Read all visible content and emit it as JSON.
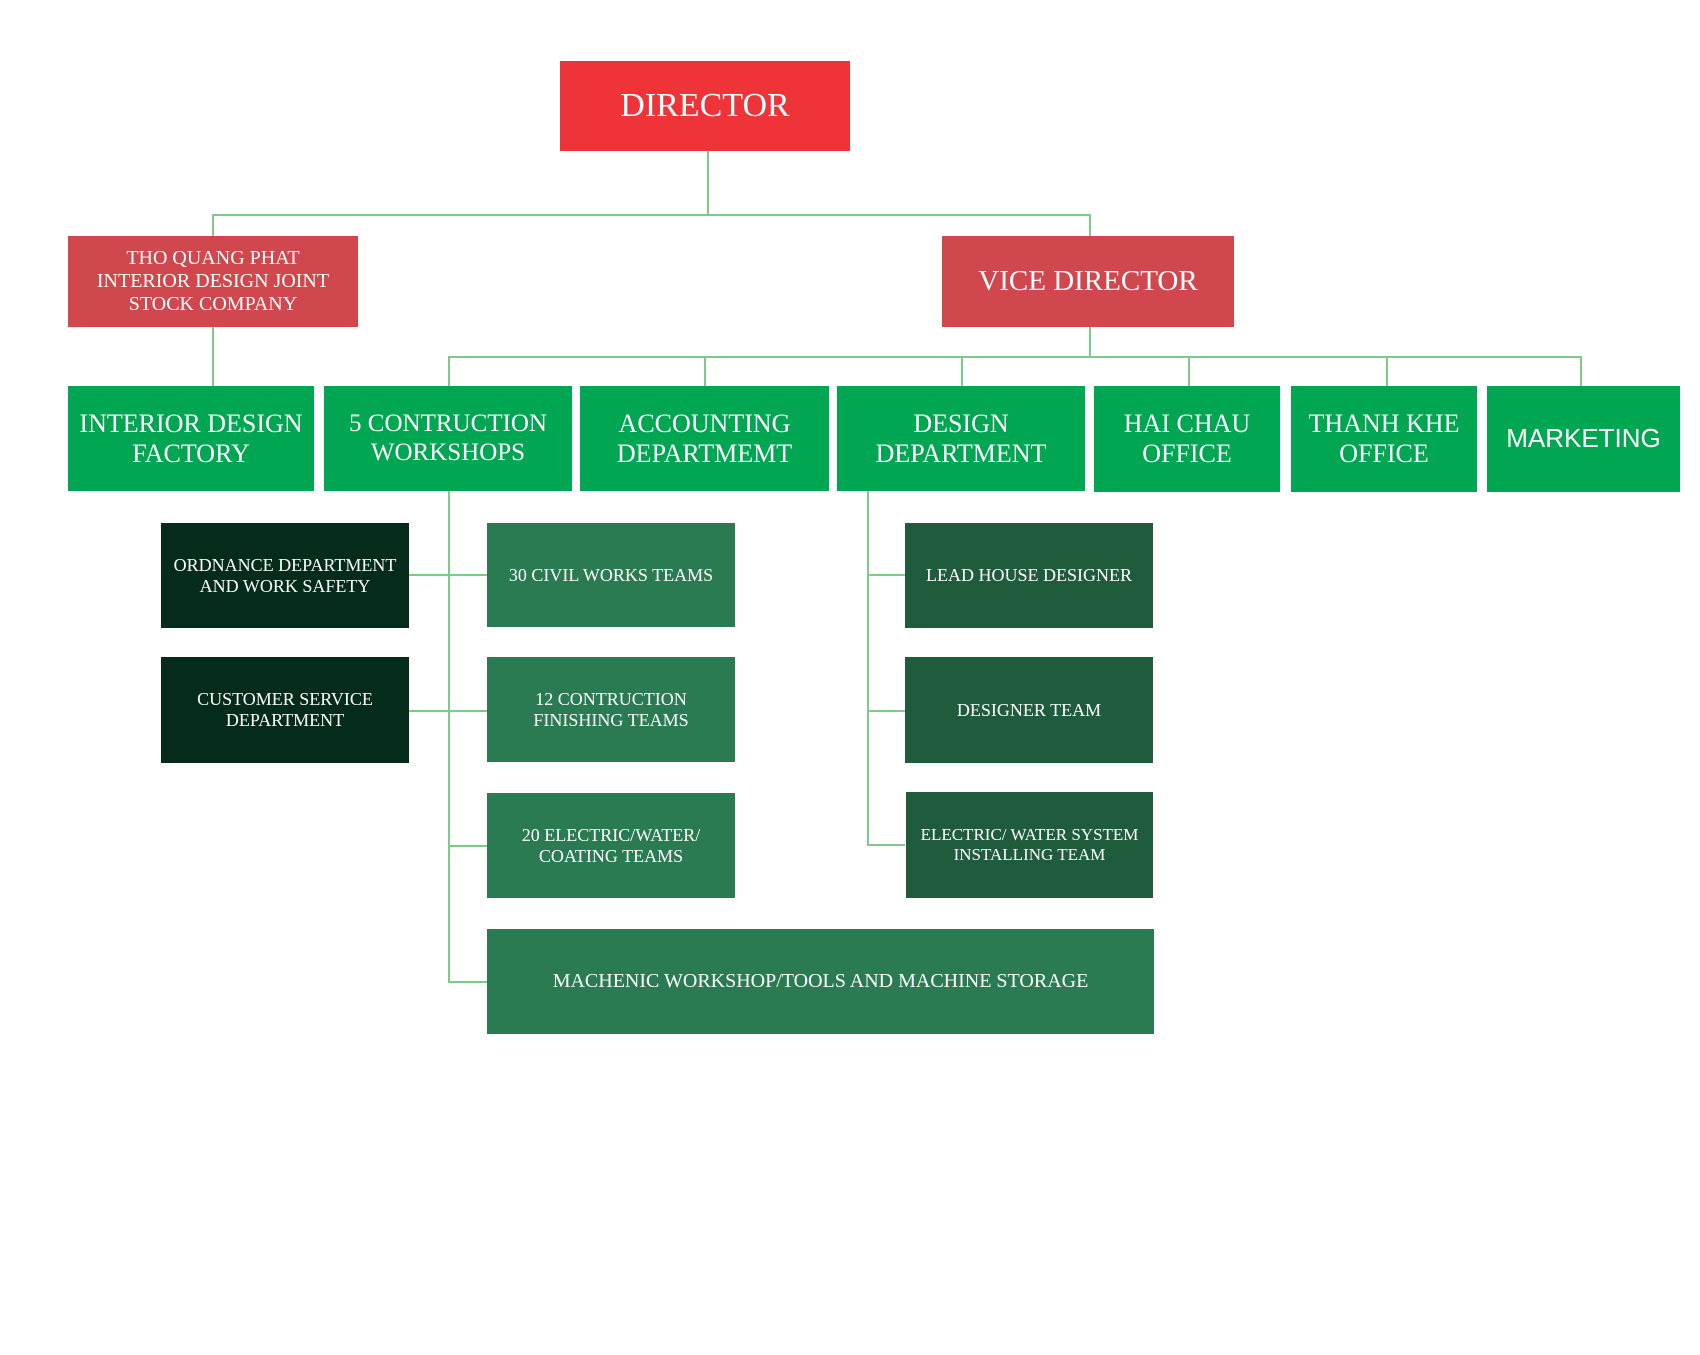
{
  "colors": {
    "director": "#ee3439",
    "red_box": "#d1474e",
    "department": "#00a651",
    "team": "#2a7a52",
    "design_team": "#1e5c3c",
    "support_department": "#052c1b",
    "connector": "#7ccc88"
  },
  "top": {
    "director": "DIRECTOR",
    "company": "THO QUANG PHAT\nINTERIOR DESIGN JOINT\nSTOCK COMPANY",
    "vice_director": "VICE DIRECTOR"
  },
  "departments": {
    "factory": "INTERIOR DESIGN\nFACTORY",
    "workshops": "5 CONTRUCTION\nWORKSHOPS",
    "accounting": "ACCOUNTING\nDEPARTMEMT",
    "design": "DESIGN\nDEPARTMENT",
    "hai_chau": "HAI CHAU\nOFFICE",
    "thanh_khe": "THANH KHE\nOFFICE",
    "marketing": "MARKETING"
  },
  "workshop_support": {
    "ordnance": "ORDNANCE DEPARTMENT\nAND WORK SAFETY",
    "customer_service": "CUSTOMER SERVICE\nDEPARTMENT"
  },
  "workshop_teams": {
    "civil": "30 CIVIL WORKS TEAMS",
    "finishing": "12 CONTRUCTION\nFINISHING TEAMS",
    "electric": "20 ELECTRIC/WATER/\nCOATING TEAMS",
    "machenic": "MACHENIC WORKSHOP/TOOLS AND MACHINE STORAGE"
  },
  "design_teams": {
    "lead": "LEAD HOUSE DESIGNER",
    "designer": "DESIGNER TEAM",
    "electric_water": "ELECTRIC/ WATER SYSTEM\nINSTALLING TEAM"
  }
}
